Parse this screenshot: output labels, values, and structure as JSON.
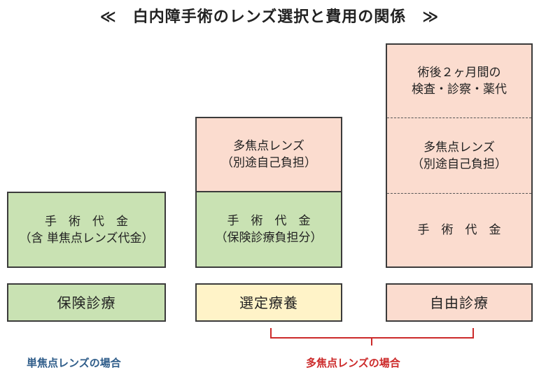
{
  "title": "≪　白内障手術のレンズ選択と費用の関係　≫",
  "column_insurance": {
    "cost_box": "手　術　代　金\n（含 単焦点レンズ代金）",
    "label": "保険診療"
  },
  "column_selected": {
    "lens_box": "多焦点レンズ\n（別途自己負担）",
    "cost_box": "手　術　代　金\n（保険診療負担分）",
    "label": "選定療養"
  },
  "column_free": {
    "aftercare_box": "術後２ヶ月間の\n検査・診察・薬代",
    "lens_box": "多焦点レンズ\n（別途自己負担）",
    "cost_box": "手　術　代　金",
    "label": "自由診療"
  },
  "captions": {
    "monofocal": "単焦点レンズの場合",
    "multifocal": "多焦点レンズの場合"
  },
  "colors": {
    "insurance_green": "#c9e2b3",
    "lens_pink": "#fbdccf",
    "selected_yellow": "#fff3c8",
    "monofocal_blue": "#2f5d8a",
    "multifocal_red": "#cc2a2a"
  }
}
